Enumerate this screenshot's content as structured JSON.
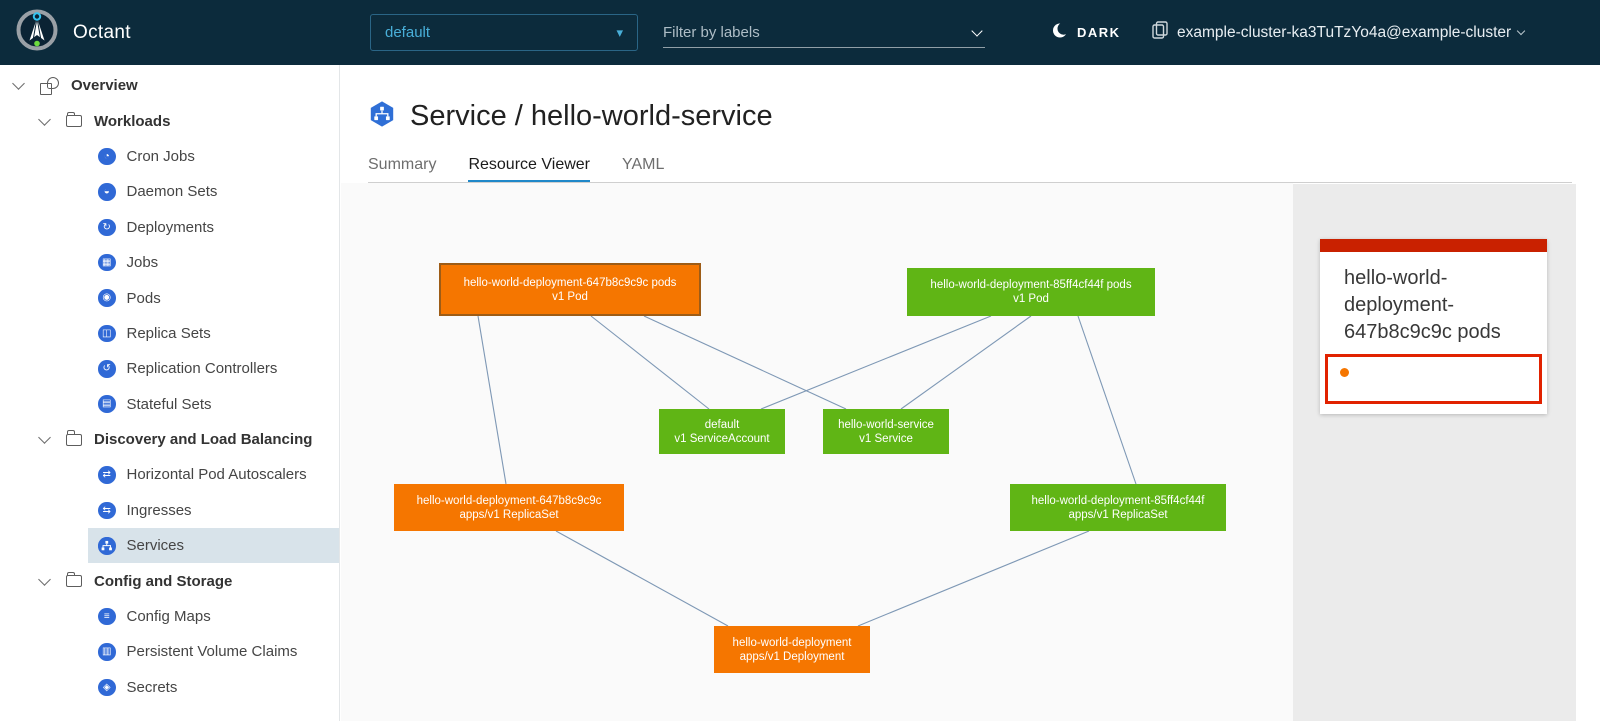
{
  "header": {
    "app_name": "Octant",
    "namespace_selector": {
      "value": "default"
    },
    "filter_placeholder": "Filter by labels",
    "theme_toggle_label": "DARK",
    "cluster_label": "example-cluster-ka3TuTzYo4a@example-cluster"
  },
  "sidebar": {
    "items": [
      {
        "label": "Overview",
        "type": "root",
        "icon": "overview-icon"
      },
      {
        "label": "Workloads",
        "type": "group",
        "icon": "folder-icon"
      },
      {
        "label": "Cron Jobs",
        "glyph": "◔"
      },
      {
        "label": "Daemon Sets",
        "glyph": "◒"
      },
      {
        "label": "Deployments",
        "glyph": "↻"
      },
      {
        "label": "Jobs",
        "glyph": "▦"
      },
      {
        "label": "Pods",
        "glyph": "◉"
      },
      {
        "label": "Replica Sets",
        "glyph": "◫"
      },
      {
        "label": "Replication Controllers",
        "glyph": "↺"
      },
      {
        "label": "Stateful Sets",
        "glyph": "▤"
      },
      {
        "label": "Discovery and Load Balancing",
        "type": "group",
        "icon": "folder-icon"
      },
      {
        "label": "Horizontal Pod Autoscalers",
        "glyph": "⇄"
      },
      {
        "label": "Ingresses",
        "glyph": "⇆"
      },
      {
        "label": "Services",
        "selected": true,
        "icon": "services-icon"
      },
      {
        "label": "Config and Storage",
        "type": "group",
        "icon": "folder-icon"
      },
      {
        "label": "Config Maps",
        "glyph": "≡"
      },
      {
        "label": "Persistent Volume Claims",
        "glyph": "▥"
      },
      {
        "label": "Secrets",
        "glyph": "◈"
      }
    ]
  },
  "main": {
    "title": "Service / hello-world-service",
    "tabs": [
      {
        "label": "Summary",
        "active": false
      },
      {
        "label": "Resource Viewer",
        "active": true
      },
      {
        "label": "YAML",
        "active": false
      }
    ]
  },
  "graph": {
    "nodes": [
      {
        "id": "pod-647b8c9c9c",
        "line1": "hello-world-deployment-647b8c9c9c pods",
        "line2": "v1 Pod",
        "status": "warning",
        "selected": true
      },
      {
        "id": "pod-85ff4cf44f",
        "line1": "hello-world-deployment-85ff4cf44f pods",
        "line2": "v1 Pod",
        "status": "ok",
        "selected": false
      },
      {
        "id": "serviceaccount-default",
        "line1": "default",
        "line2": "v1 ServiceAccount",
        "status": "ok",
        "selected": false
      },
      {
        "id": "service-hello-world",
        "line1": "hello-world-service",
        "line2": "v1 Service",
        "status": "ok",
        "selected": false
      },
      {
        "id": "replicaset-647b8c9c9c",
        "line1": "hello-world-deployment-647b8c9c9c",
        "line2": "apps/v1 ReplicaSet",
        "status": "warning",
        "selected": false
      },
      {
        "id": "replicaset-85ff4cf44f",
        "line1": "hello-world-deployment-85ff4cf44f",
        "line2": "apps/v1 ReplicaSet",
        "status": "ok",
        "selected": false
      },
      {
        "id": "deployment-hello-world",
        "line1": "hello-world-deployment",
        "line2": "apps/v1 Deployment",
        "status": "warning",
        "selected": false
      }
    ],
    "edges": [
      [
        "pod-647b8c9c9c",
        "replicaset-647b8c9c9c"
      ],
      [
        "pod-647b8c9c9c",
        "serviceaccount-default"
      ],
      [
        "pod-647b8c9c9c",
        "service-hello-world"
      ],
      [
        "pod-85ff4cf44f",
        "serviceaccount-default"
      ],
      [
        "pod-85ff4cf44f",
        "service-hello-world"
      ],
      [
        "pod-85ff4cf44f",
        "replicaset-85ff4cf44f"
      ],
      [
        "replicaset-647b8c9c9c",
        "deployment-hello-world"
      ],
      [
        "replicaset-85ff4cf44f",
        "deployment-hello-world"
      ]
    ]
  },
  "detail_panel": {
    "title": "hello-world-deployment-647b8c9c9c pods"
  },
  "colors": {
    "header_bg": "#0c2b3c",
    "accent_blue": "#49afd9",
    "k8s_icon_blue": "#3069d6",
    "node_ok_green": "#60b515",
    "node_warning_orange": "#f57600",
    "selected_node_border": "#9d5c16",
    "edge_line": "#7e98b5",
    "tab_active_underline": "#1f88c9",
    "sidebar_selected_bg": "#d8e3ea",
    "card_topbar_red": "#c92100",
    "alert_border_red": "#e12200",
    "status_dot_orange": "#f57600",
    "detail_panel_bg": "#ebebeb"
  }
}
